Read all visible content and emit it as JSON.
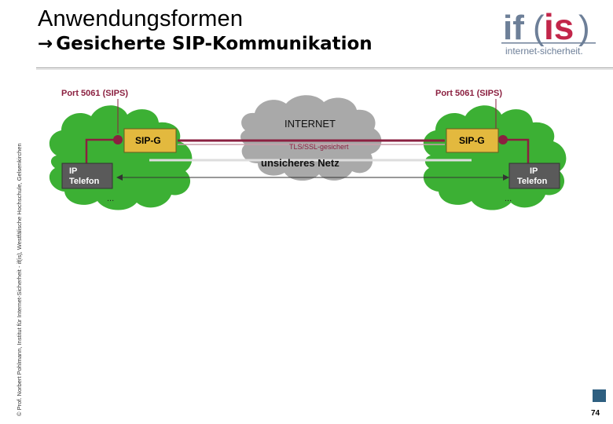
{
  "header": {
    "title": "Anwendungsformen",
    "subtitle_arrow": "→",
    "subtitle": "Gesicherte SIP-Kommunikation"
  },
  "logo": {
    "text_if": "if",
    "text_paren_open": "(",
    "text_is": "is",
    "text_paren_close": ")",
    "tagline": "internet-sicherheit.",
    "colors": {
      "gray": "#6d7f98",
      "red": "#c2264a"
    }
  },
  "copyright": "© Prof. Norbert Pohlmann, Institut für Internet-Sicherheit - if(is), Westfälische Hochschule, Gelsenkirchen",
  "diagram": {
    "left_port_label": "Port 5061 (SIPS)",
    "right_port_label": "Port 5061 (SIPS)",
    "internet_label": "INTERNET",
    "tls_label": "TLS/SSL-gesichert",
    "unsafe_label": "unsicheres Netz",
    "left_gateway": "SIP-G",
    "right_gateway": "SIP-G",
    "left_phone_line1": "IP",
    "left_phone_line2": "Telefon",
    "right_phone_line1": "IP",
    "right_phone_line2": "Telefon",
    "left_ellipsis": "...",
    "right_ellipsis": "...",
    "colors": {
      "cloud_green": "#3cb034",
      "cloud_gray": "#a9a9a9",
      "gateway_fill": "#e3b93e",
      "secure_line": "#8b2040",
      "phone_fill": "#5a5a5a"
    }
  },
  "page_number": "74"
}
